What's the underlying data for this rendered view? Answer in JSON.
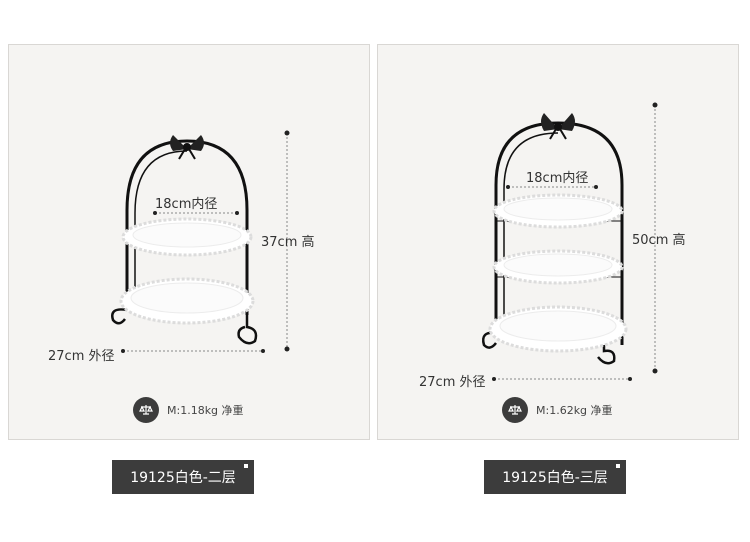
{
  "variants": [
    {
      "inner_diameter": "18cm内径",
      "height": "37cm 高",
      "outer_diameter": "27cm 外径",
      "weight": "M:1.18kg 净重",
      "option_label": "19125白色-二层",
      "tiers": 2
    },
    {
      "inner_diameter": "18cm内径",
      "height": "50cm 高",
      "outer_diameter": "27cm 外径",
      "weight": "M:1.62kg 净重",
      "option_label": "19125白色-三层",
      "tiers": 3
    }
  ],
  "colors": {
    "panel_bg": "#f5f4f2",
    "frame": "#111111",
    "plate": "#ffffff",
    "tag_bg": "#3c3c3c"
  },
  "icons": {
    "weight": "scale-icon",
    "stand_top": "bow-icon"
  }
}
